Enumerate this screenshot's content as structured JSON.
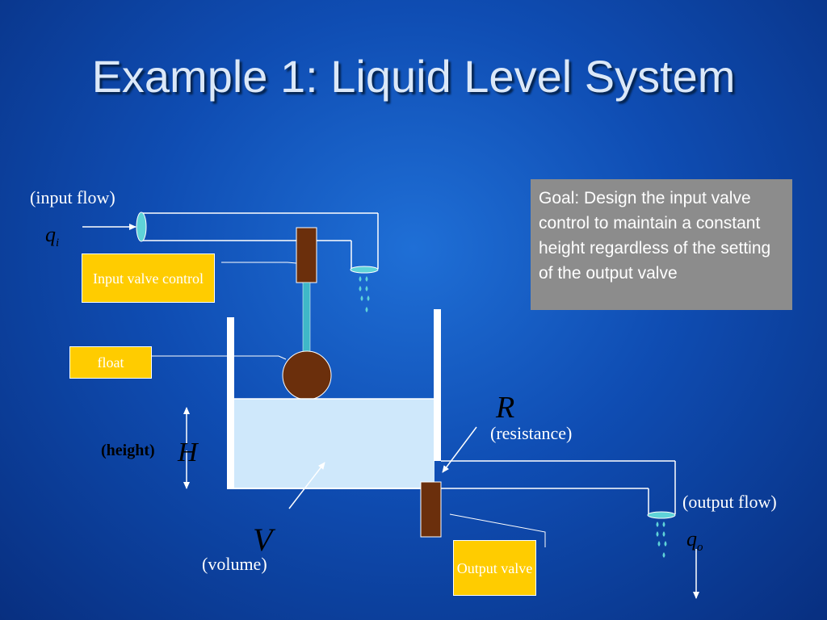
{
  "slide": {
    "title": "Example 1: Liquid Level System",
    "goal_text": "Goal: Design the input valve control to maintain a constant height regardless of the setting of the output valve"
  },
  "labels": {
    "input_flow": "(input flow)",
    "input_valve_control": "Input valve control",
    "float": "float",
    "height": "(height)",
    "resistance": "(resistance)",
    "output_flow": "(output flow)",
    "volume": "(volume)",
    "output_valve": "Output valve"
  },
  "symbols": {
    "q_in_base": "q",
    "q_in_sub": "i",
    "q_out_base": "q",
    "q_out_sub": "o",
    "height": "H",
    "resistance": "R",
    "volume": "V"
  },
  "colors": {
    "background": "#0f4db3",
    "liquid": "#cfe8fb",
    "valve": "#6b2f0c",
    "tag": "#ffcc00",
    "goal_box": "#8c8c8c",
    "pipe_end": "#5fd3d8"
  }
}
